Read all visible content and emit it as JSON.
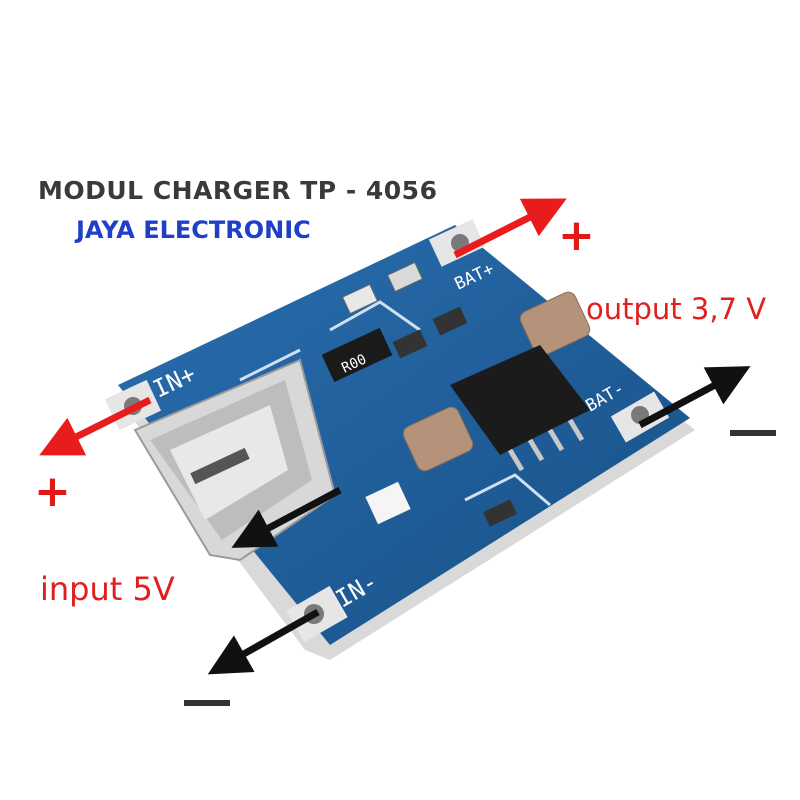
{
  "header": {
    "title": "MODUL CHARGER TP - 4056",
    "subtitle": "JAYA ELECTRONIC"
  },
  "labels": {
    "output": "output 3,7 V",
    "input": "input 5V",
    "plus_symbol": "+"
  },
  "board": {
    "silkscreen_in_plus": "IN+",
    "silkscreen_in_minus": "IN-",
    "silkscreen_bat_plus": "BAT+",
    "silkscreen_bat_minus": "BAT-",
    "resistor_code": "R00"
  },
  "colors": {
    "pcb": "#1f5f9c",
    "pcb_dark": "#123e6b",
    "arrow_positive": "#e81c1c",
    "arrow_negative": "#111111",
    "label_red": "#e02020",
    "subtitle_blue": "#1f3fc8",
    "title_gray": "#3a3a3a"
  },
  "icons": {
    "positive_arrows": "red-arrow-icon",
    "negative_arrows": "black-arrow-icon",
    "usb_port": "micro-usb-icon",
    "chip": "ic-chip-icon"
  }
}
